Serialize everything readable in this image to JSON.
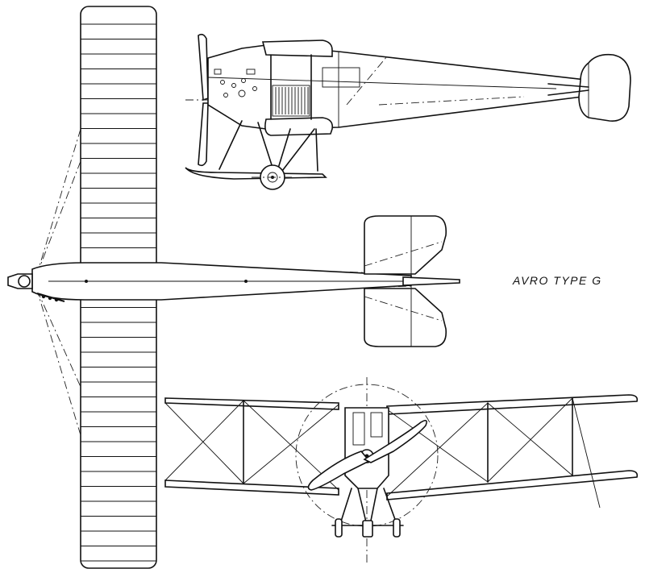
{
  "caption": {
    "title": "AVRO TYPE G"
  },
  "views": [
    {
      "name": "side-view"
    },
    {
      "name": "top-view"
    },
    {
      "name": "front-view"
    }
  ]
}
